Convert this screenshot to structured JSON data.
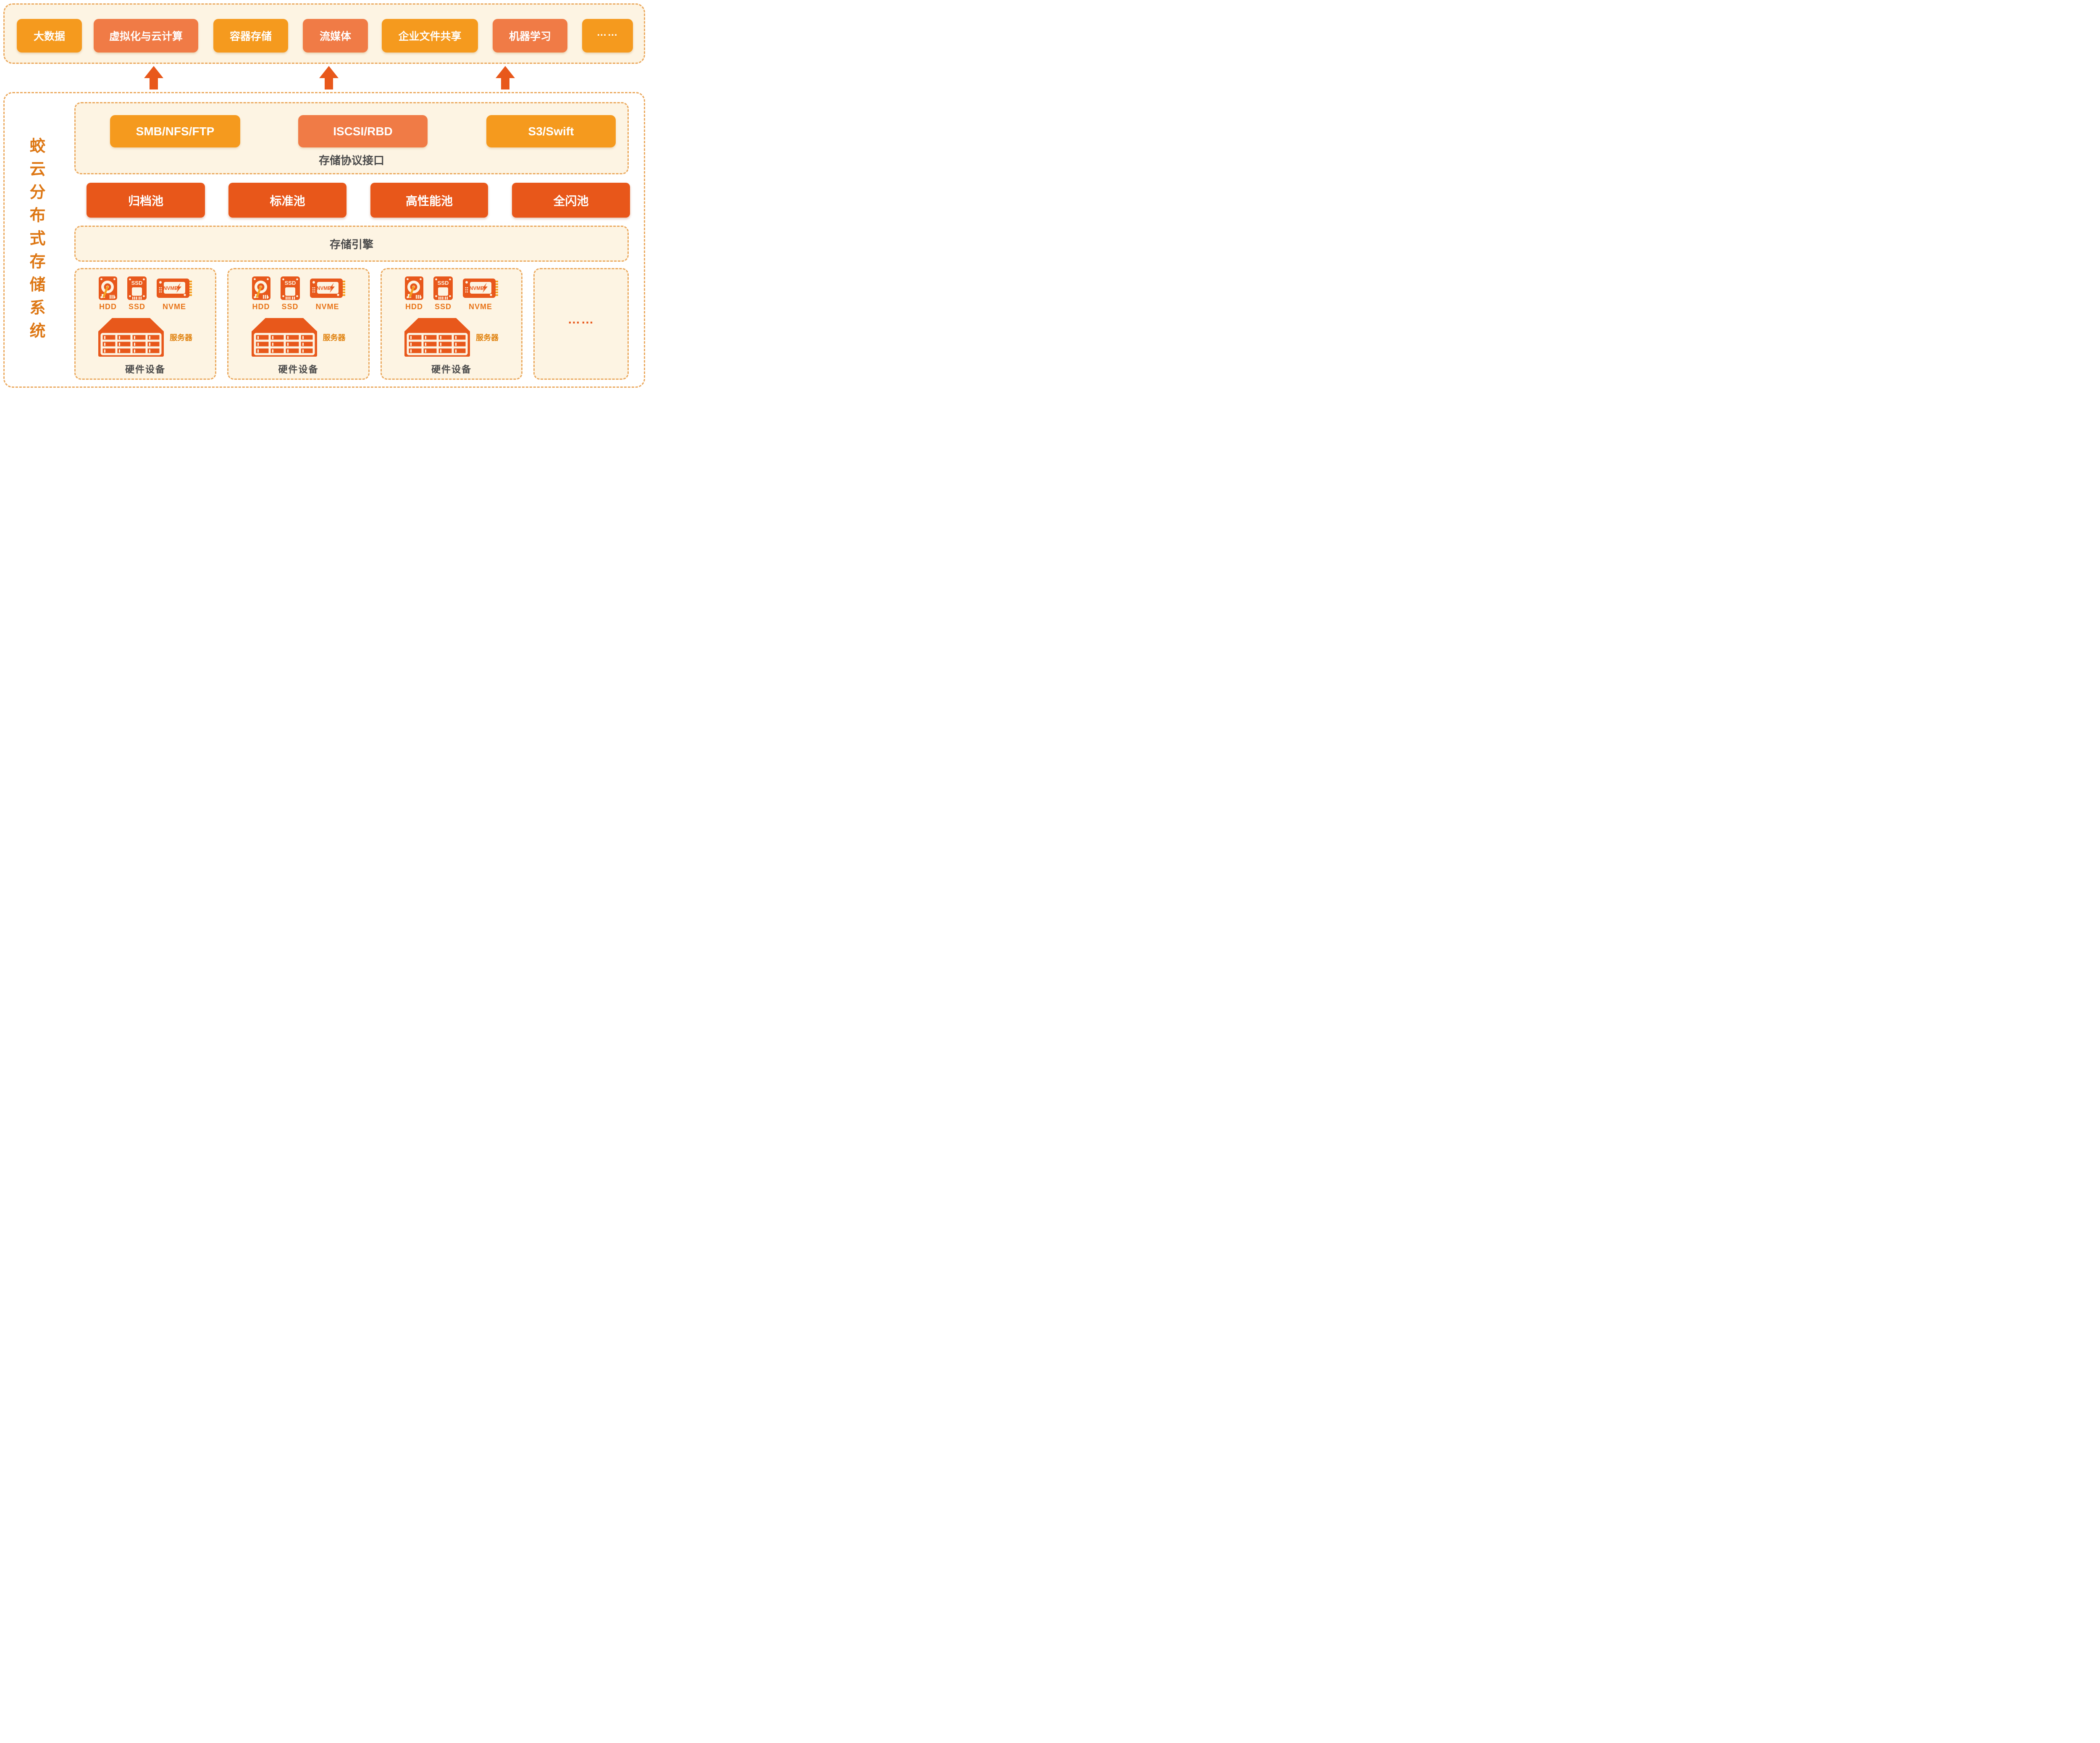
{
  "colors": {
    "page_background": "#FFFFFF",
    "panel_cream": "#FDF4E3",
    "dashed_border": "#EBAA60",
    "amber": "#F59A1E",
    "orange": "#F07B46",
    "deep_orange": "#E8571A",
    "title_orange": "#DD7714",
    "caption_gray": "#4A4A4A",
    "drive_label_orange": "#E8751A",
    "server_label_orange": "#E0820F",
    "nvme_pin_amber": "#F5A021",
    "arrow": "#E8581B"
  },
  "applications": {
    "items": [
      {
        "label": "大数据",
        "variant": "amber"
      },
      {
        "label": "虚拟化与云计算",
        "variant": "orange"
      },
      {
        "label": "容器存储",
        "variant": "amber"
      },
      {
        "label": "流媒体",
        "variant": "orange"
      },
      {
        "label": "企业文件共享",
        "variant": "amber"
      },
      {
        "label": "机器学习",
        "variant": "orange"
      },
      {
        "label": "……",
        "variant": "amber"
      }
    ]
  },
  "system": {
    "vertical_title": "蛟云分布式存储系统",
    "protocols": {
      "caption": "存储协议接口",
      "items": [
        {
          "label": "SMB/NFS/FTP",
          "variant": "amber"
        },
        {
          "label": "ISCSI/RBD",
          "variant": "orange"
        },
        {
          "label": "S3/Swift",
          "variant": "amber"
        }
      ]
    },
    "pools": [
      "归档池",
      "标准池",
      "高性能池",
      "全闪池"
    ],
    "engine": {
      "caption": "存储引擎"
    },
    "hardware": {
      "nodes": [
        {
          "drives": [
            "HDD",
            "SSD",
            "NVME"
          ],
          "server_label": "服务器",
          "caption": "硬件设备"
        },
        {
          "drives": [
            "HDD",
            "SSD",
            "NVME"
          ],
          "server_label": "服务器",
          "caption": "硬件设备"
        },
        {
          "drives": [
            "HDD",
            "SSD",
            "NVME"
          ],
          "server_label": "服务器",
          "caption": "硬件设备"
        }
      ],
      "ellipsis": "……"
    }
  },
  "icons": {
    "ssd_text": "SSD",
    "nvme_text": "NVME"
  }
}
